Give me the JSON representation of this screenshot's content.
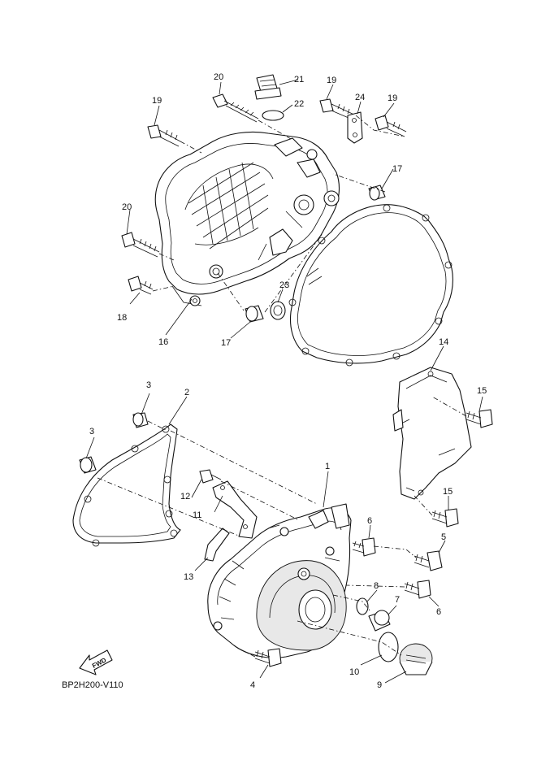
{
  "diagram": {
    "code": "BP2H200-V110",
    "fwd_label": "FWD",
    "callouts": [
      "1",
      "2",
      "3",
      "3",
      "4",
      "5",
      "6",
      "6",
      "7",
      "8",
      "9",
      "10",
      "11",
      "12",
      "13",
      "14",
      "15",
      "15",
      "16",
      "17",
      "17",
      "18",
      "19",
      "19",
      "19",
      "20",
      "20",
      "21",
      "22",
      "23",
      "24"
    ]
  }
}
